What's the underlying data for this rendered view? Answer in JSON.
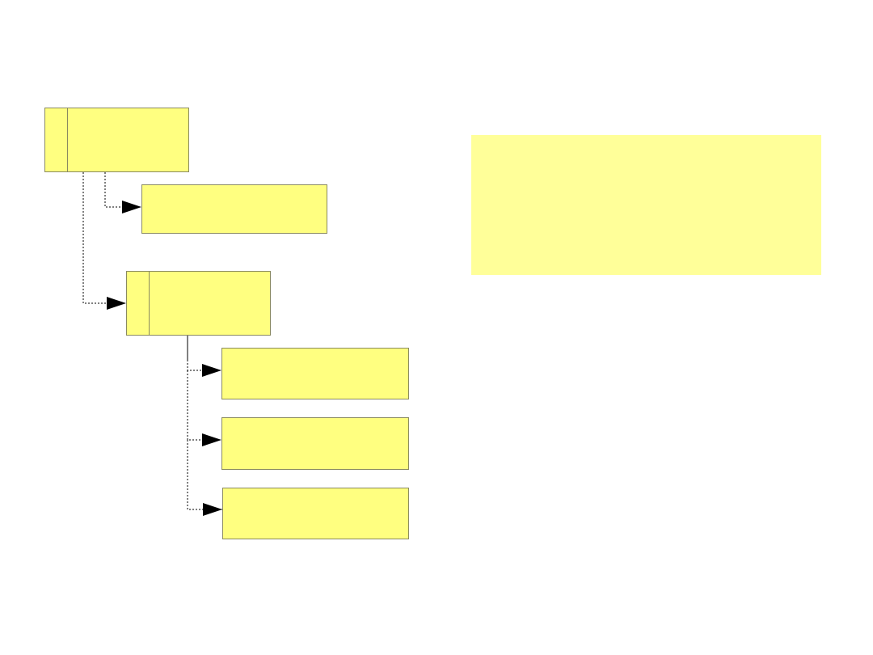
{
  "colors": {
    "background": "#ffffff",
    "node_fill": "#ffff80",
    "note_fill": "#ffff99",
    "node_border": "#8a8a60",
    "connector": "#000000"
  },
  "diagram": {
    "nodes": {
      "root": {
        "label": ""
      },
      "child_a": {
        "label": ""
      },
      "child_b": {
        "label": ""
      },
      "leaf_1": {
        "label": ""
      },
      "leaf_2": {
        "label": ""
      },
      "leaf_3": {
        "label": ""
      }
    },
    "edges": [
      {
        "from": "root",
        "to": "child_a",
        "style": "dotted",
        "arrow": "filled-triangle"
      },
      {
        "from": "root",
        "to": "child_b",
        "style": "dotted",
        "arrow": "filled-triangle"
      },
      {
        "from": "child_b",
        "to": "leaf_1",
        "style": "dotted",
        "arrow": "filled-triangle"
      },
      {
        "from": "child_b",
        "to": "leaf_2",
        "style": "dotted",
        "arrow": "filled-triangle"
      },
      {
        "from": "child_b",
        "to": "leaf_3",
        "style": "dotted",
        "arrow": "filled-triangle"
      }
    ],
    "note": {
      "text": ""
    }
  }
}
